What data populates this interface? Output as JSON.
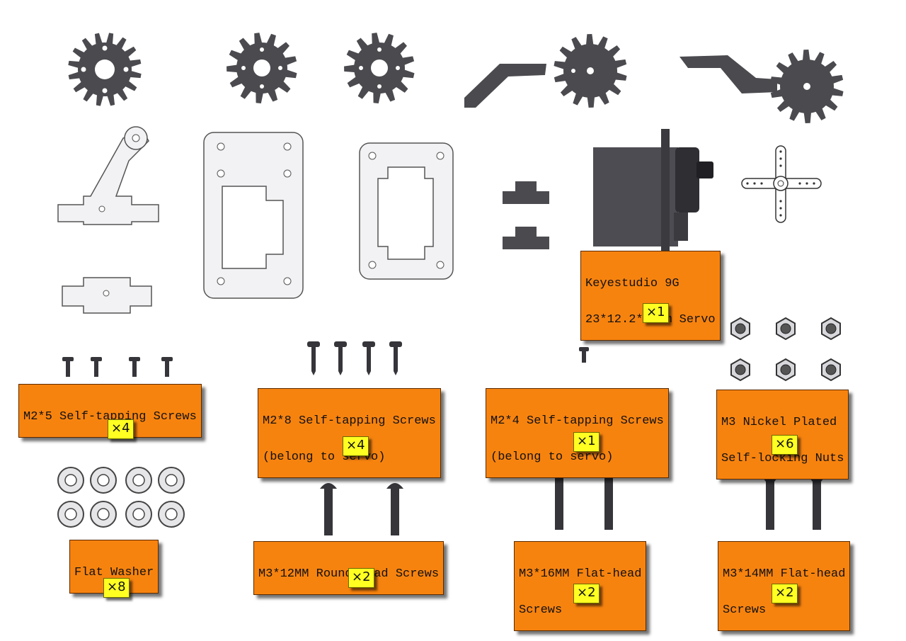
{
  "parts": [
    {
      "id": "servo",
      "label_lines": [
        "Keyestudio 9G",
        "23*12.2*29mm Servo"
      ],
      "quantity": "×1"
    },
    {
      "id": "m2x5",
      "label_lines": [
        "M2*5 Self-tapping Screws"
      ],
      "quantity": "×4"
    },
    {
      "id": "m2x8",
      "label_lines": [
        "M2*8 Self-tapping Screws",
        "(belong to servo)"
      ],
      "quantity": "×4"
    },
    {
      "id": "m2x4",
      "label_lines": [
        "M2*4 Self-tapping Screws",
        "(belong to servo)"
      ],
      "quantity": "×1"
    },
    {
      "id": "m3nut",
      "label_lines": [
        "M3 Nickel Plated",
        "Self-locking Nuts"
      ],
      "quantity": "×6"
    },
    {
      "id": "washer",
      "label_lines": [
        "Flat Washer"
      ],
      "quantity": "×8"
    },
    {
      "id": "m3x12",
      "label_lines": [
        "M3*12MM Round-head Screws"
      ],
      "quantity": "×2"
    },
    {
      "id": "m3x16",
      "label_lines": [
        "M3*16MM Flat-head",
        "Screws"
      ],
      "quantity": "×2"
    },
    {
      "id": "m3x14",
      "label_lines": [
        "M3*14MM Flat-head",
        "Screws"
      ],
      "quantity": "×2"
    }
  ],
  "colors": {
    "label_bg": "#f7830f",
    "qty_bg": "#ffff22",
    "dark_part": "#4a4a4f",
    "light_part": "#f2f2f4"
  }
}
